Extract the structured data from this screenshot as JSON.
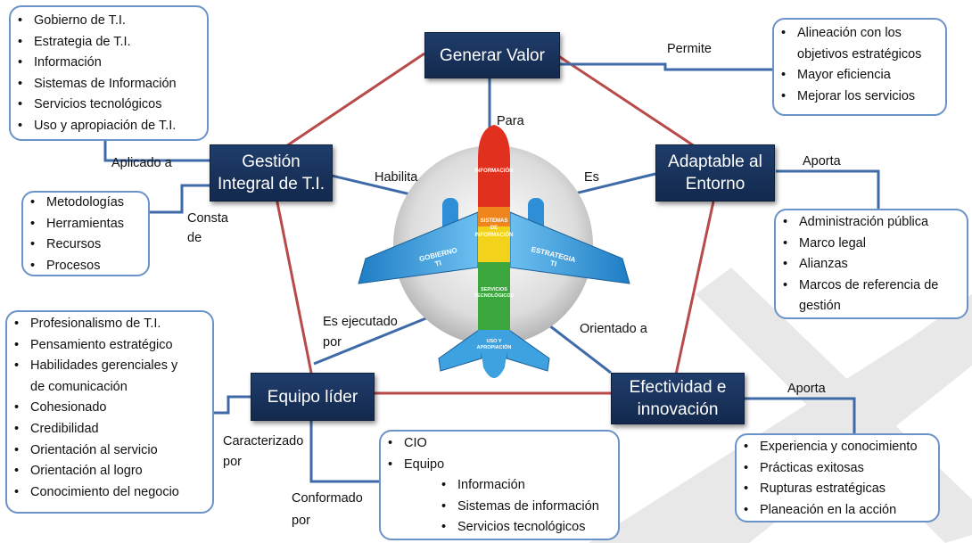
{
  "nodes": {
    "generar_valor": "Generar Valor",
    "gestion": [
      "Gestión",
      "Integral de T.I."
    ],
    "adaptable": [
      "Adaptable al",
      "Entorno"
    ],
    "equipo": "Equipo líder",
    "efectividad": [
      "Efectividad e",
      "innovación"
    ]
  },
  "edge_labels": {
    "permite": "Permite",
    "para": "Para",
    "habilita": "Habilita",
    "es": "Es",
    "aplicado_a": "Aplicado a",
    "aporta_top": "Aporta",
    "consta": "Consta",
    "de": "de",
    "es_ejecutado": "Es ejecutado",
    "es_ejecutado_por": "por",
    "orientado_a": "Orientado a",
    "aporta_bottom": "Aporta",
    "caracterizado": "Caracterizado",
    "caracterizado_por": "por",
    "conformado": "Conformado",
    "conformado_por": "por"
  },
  "boxes": {
    "ti_domains": [
      "Gobierno de T.I.",
      "Estrategia de T.I.",
      "Información",
      "Sistemas de Información",
      "Servicios tecnológicos",
      "Uso y apropiación de T.I."
    ],
    "metodologias": [
      "Metodologías",
      "Herramientas",
      "Recursos",
      "Procesos"
    ],
    "permite_list": [
      "Alineación con los",
      "objetivos estratégicos",
      "Mayor eficiencia",
      "Mejorar los servicios"
    ],
    "entorno_list": [
      "Administración pública",
      "Marco legal",
      "Alianzas",
      "Marcos de referencia de",
      "gestión"
    ],
    "equipo_traits": [
      "Profesionalismo de T.I.",
      "Pensamiento estratégico",
      "Habilidades gerenciales y",
      "de comunicación",
      "Cohesionado",
      "Credibilidad",
      "Orientación al servicio",
      "Orientación al logro",
      "Conocimiento del negocio"
    ],
    "conformado_list": [
      "CIO",
      "Equipo"
    ],
    "conformado_sub": [
      "Información",
      "Sistemas de información",
      "Servicios tecnológicos"
    ],
    "efectividad_list": [
      "Experiencia y conocimiento",
      "Prácticas exitosas",
      "Rupturas estratégicas",
      "Planeación en la acción"
    ]
  },
  "airplane": {
    "fuselage_top": "INFORMACIÓN",
    "fuselage_mid1": "SISTEMAS",
    "fuselage_mid2": "DE",
    "fuselage_mid3": "INFORMACIÓN",
    "fuselage_low1": "SERVICIOS",
    "fuselage_low2": "TECNOLÓGICOS",
    "tail1": "USO Y",
    "tail2": "APROPIACIÓN",
    "wing_left1": "GOBIERNO",
    "wing_left2": "TI",
    "wing_right1": "ESTRATEGIA",
    "wing_right2": "TI"
  },
  "colors": {
    "node_fill": "#1a365f",
    "pentagon_line": "#b84a4a",
    "connector_line": "#3f6aa8",
    "box_border": "#6a93c8",
    "red": "#e2301f",
    "orange": "#f0851e",
    "yellow": "#f2d21a",
    "green": "#3aa63b",
    "wing_blue": "#3fa2e0"
  }
}
